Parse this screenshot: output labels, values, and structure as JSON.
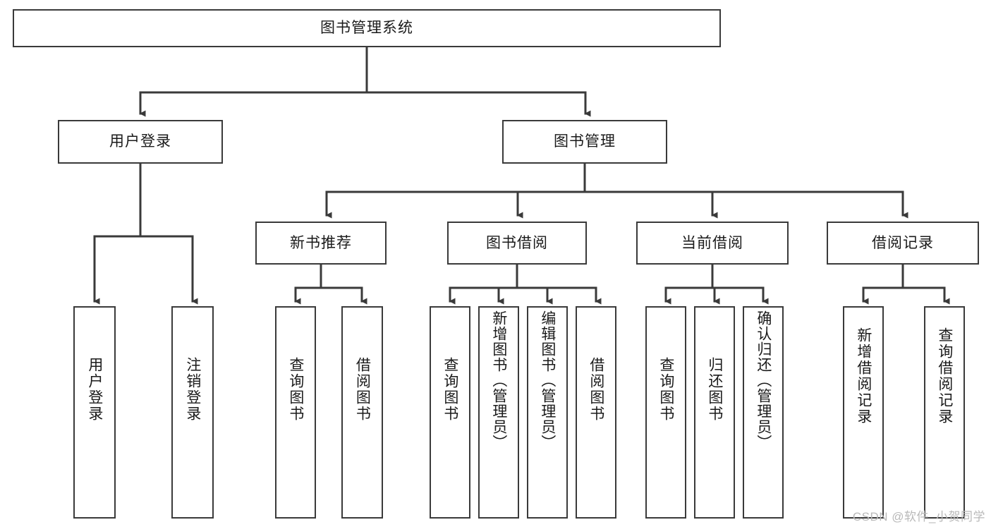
{
  "diagram": {
    "title": "图书管理系统",
    "type": "tree-hierarchy-chart",
    "watermark": "CSDN @软件_小贺同学",
    "colors": {
      "box_border": "#3a3a3a",
      "box_fill": "#ffffff",
      "edge": "#3a3a3a",
      "text": "#1a1a1a",
      "watermark": "#b9b9b9",
      "background": "#ffffff"
    },
    "nodes": {
      "root": {
        "label": "图书管理系统"
      },
      "level2": [
        {
          "id": "user-login",
          "label": "用户登录"
        },
        {
          "id": "book-manage",
          "label": "图书管理"
        }
      ],
      "level3": [
        {
          "id": "new-book-recommend",
          "label": "新书推荐"
        },
        {
          "id": "book-borrow",
          "label": "图书借阅"
        },
        {
          "id": "current-borrow",
          "label": "当前借阅"
        },
        {
          "id": "borrow-record",
          "label": "借阅记录"
        }
      ],
      "leaves": [
        {
          "id": "leaf-user-login",
          "label": "用户登录",
          "parent": "user-login"
        },
        {
          "id": "leaf-logout-login",
          "label": "注销登录",
          "parent": "user-login"
        },
        {
          "id": "leaf-query-book-1",
          "label": "查询图书",
          "parent": "new-book-recommend"
        },
        {
          "id": "leaf-borrow-book-1",
          "label": "借阅图书",
          "parent": "new-book-recommend"
        },
        {
          "id": "leaf-query-book-2",
          "label": "查询图书",
          "parent": "book-borrow"
        },
        {
          "id": "leaf-add-book",
          "label": "新增图书（管理员）",
          "parent": "book-borrow"
        },
        {
          "id": "leaf-edit-book",
          "label": "编辑图书（管理员）",
          "parent": "book-borrow"
        },
        {
          "id": "leaf-borrow-book-2",
          "label": "借阅图书",
          "parent": "book-borrow"
        },
        {
          "id": "leaf-query-book-3",
          "label": "查询图书",
          "parent": "current-borrow"
        },
        {
          "id": "leaf-return-book",
          "label": "归还图书",
          "parent": "current-borrow"
        },
        {
          "id": "leaf-confirm-return",
          "label": "确认归还（管理员）",
          "parent": "current-borrow"
        },
        {
          "id": "leaf-add-record",
          "label": "新增借阅记录",
          "parent": "borrow-record"
        },
        {
          "id": "leaf-query-record",
          "label": "查询借阅记录",
          "parent": "borrow-record"
        }
      ]
    }
  }
}
